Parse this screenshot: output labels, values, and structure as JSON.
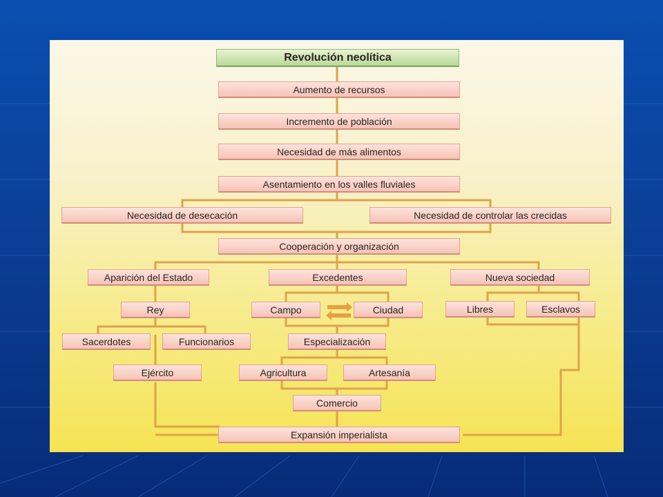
{
  "diagram": {
    "title": "Revolución neolítica",
    "nodes": {
      "aumento_recursos": "Aumento de recursos",
      "incremento_poblacion": "Incremento de población",
      "necesidad_alimentos": "Necesidad de más alimentos",
      "asentamiento": "Asentamiento en los valles fluviales",
      "desecacion": "Necesidad de desecación",
      "crecidas": "Necesidad de controlar las crecidas",
      "cooperacion": "Cooperación y organización",
      "estado": "Aparición del Estado",
      "excedentes": "Excedentes",
      "nueva_sociedad": "Nueva sociedad",
      "rey": "Rey",
      "campo": "Campo",
      "ciudad": "Ciudad",
      "libres": "Libres",
      "esclavos": "Esclavos",
      "sacerdotes": "Sacerdotes",
      "funcionarios": "Funcionarios",
      "especializacion": "Especialización",
      "ejercito": "Ejército",
      "agricultura": "Agricultura",
      "artesania": "Artesanía",
      "comercio": "Comercio",
      "expansion": "Expansión imperialista"
    }
  },
  "colors": {
    "line": "#e0a24a",
    "arrow": "#e8a040"
  }
}
